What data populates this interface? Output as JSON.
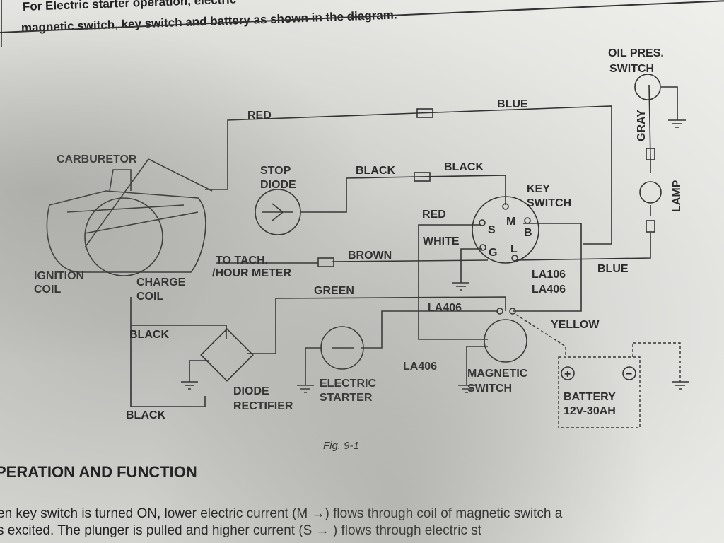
{
  "intro": {
    "line1": "For Electric starter operation, electric",
    "line2": "magnetic switch, key switch and battery as shown in the diagram."
  },
  "diagram": {
    "labels": {
      "oil_pres_switch": [
        "OIL PRES.",
        "SWITCH"
      ],
      "blue_top": "BLUE",
      "red_top": "RED",
      "carburetor": "CARBURETOR",
      "stop_diode": [
        "STOP",
        "DIODE"
      ],
      "black_1": "BLACK",
      "black_2": "BLACK",
      "key_switch": [
        "KEY",
        "SWITCH"
      ],
      "gray": "GRAY",
      "lamp": "LAMP",
      "red_mid": "RED",
      "white": "WHITE",
      "terminals": {
        "s": "S",
        "m": "M",
        "b": "B",
        "g": "G",
        "l": "L"
      },
      "to_tach": [
        "TO TACH.",
        "/HOUR METER"
      ],
      "brown": "BROWN",
      "blue_right": "BLUE",
      "la106_la406": [
        "LA106",
        "LA406"
      ],
      "ignition_coil": [
        "IGNITION",
        "COIL"
      ],
      "charge_coil": [
        "CHARGE",
        "COIL"
      ],
      "green": "GREEN",
      "la406_a": "LA406",
      "yellow": "YELLOW",
      "black_3": "BLACK",
      "la406_b": "LA406",
      "magnetic_switch": [
        "MAGNETIC",
        "SWITCH"
      ],
      "electric_starter": [
        "ELECTRIC",
        "STARTER"
      ],
      "diode_rectifier": [
        "DIODE",
        "RECTIFIER"
      ],
      "battery": [
        "BATTERY",
        "12V-30AH"
      ],
      "battery_plus": "+",
      "battery_minus": "−",
      "black_4": "BLACK"
    },
    "caption": "Fig. 9-1"
  },
  "section": {
    "heading": "PERATION AND FUNCTION",
    "line1": "en key switch is turned ON, lower electric current (M →) flows through coil of magnetic switch a",
    "line2": "s excited. The plunger is pulled and higher current (S → ) flows through electric st"
  }
}
